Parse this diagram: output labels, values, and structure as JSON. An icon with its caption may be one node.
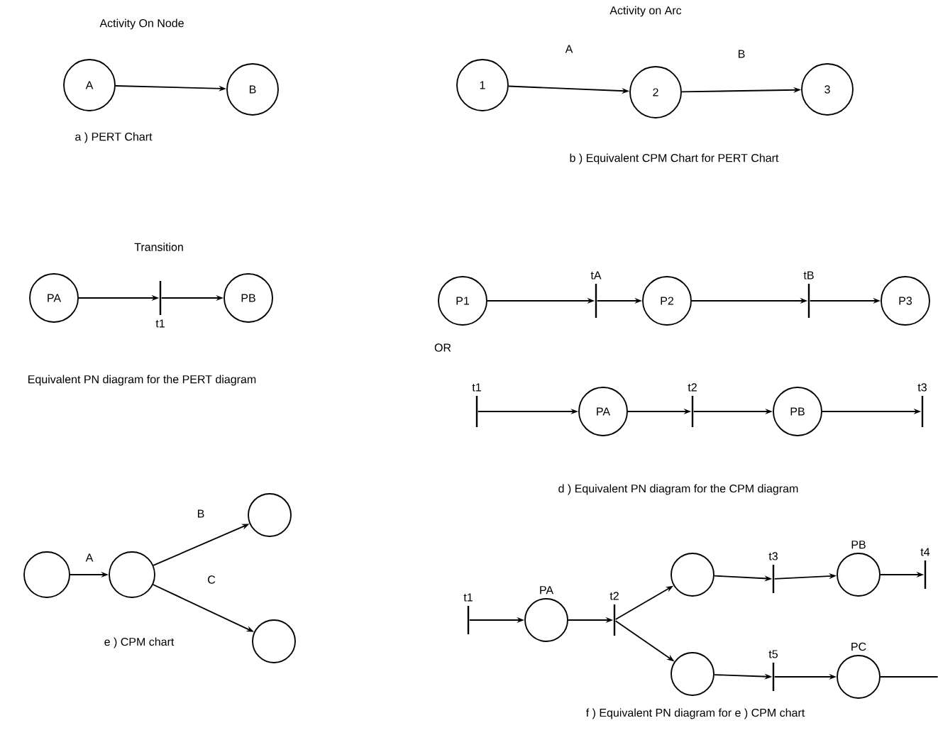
{
  "diagram": {
    "nodes": [
      {
        "text": [
          "A"
        ]
      },
      {
        "text": [
          "B"
        ]
      },
      {
        "text": [
          "1"
        ]
      },
      {
        "text": [
          "2"
        ]
      },
      {
        "text": [
          "3"
        ]
      },
      {
        "text": [
          "PA"
        ]
      },
      {
        "text": [],
        "shape": "bar",
        "beside": [
          "t1"
        ]
      },
      {
        "text": [
          "PB"
        ]
      },
      {
        "text": [
          "P1"
        ]
      },
      {
        "text": [],
        "shape": "bar",
        "beside": [
          "tA"
        ]
      },
      {
        "text": [
          "P2"
        ]
      },
      {
        "text": [],
        "shape": "bar",
        "beside": [
          "tB"
        ]
      },
      {
        "text": [
          "P3"
        ]
      },
      {
        "text": [],
        "shape": "bar",
        "beside": [
          "t1"
        ]
      },
      {
        "text": [
          "PA"
        ]
      },
      {
        "text": [],
        "shape": "bar",
        "beside": [
          "t2"
        ]
      },
      {
        "text": [
          "PB"
        ]
      },
      {
        "text": [],
        "shape": "bar",
        "beside": [
          "t3"
        ]
      },
      {
        "text": [],
        "shape": "circle"
      },
      {
        "text": [],
        "shape": "circle"
      },
      {
        "text": [],
        "shape": "circle"
      },
      {
        "text": [],
        "shape": "circle"
      },
      {
        "text": [],
        "shape": "bar",
        "beside": [
          "t1"
        ]
      },
      {
        "text": [
          "PA"
        ]
      },
      {
        "text": [],
        "shape": "bar",
        "beside": [
          "t2"
        ]
      },
      {
        "text": [],
        "shape": "circle"
      },
      {
        "text": [],
        "shape": "bar",
        "beside": [
          "t3"
        ]
      },
      {
        "text": [
          "PB"
        ]
      },
      {
        "text": [],
        "shape": "bar",
        "beside": [
          "t4"
        ]
      },
      {
        "text": [],
        "shape": "circle"
      },
      {
        "text": [],
        "shape": "bar",
        "beside": [
          "t5"
        ]
      },
      {
        "text": [
          "PC"
        ]
      }
    ],
    "edges": [
      {
        "from": 0,
        "to": 1,
        "arrow": "to"
      },
      {
        "from": 2,
        "to": 3,
        "arrow": "to",
        "label": "A"
      },
      {
        "from": 3,
        "to": 4,
        "arrow": "to",
        "label": "B"
      },
      {
        "from": 5,
        "to": 6,
        "arrow": "to"
      },
      {
        "from": 6,
        "to": 7,
        "arrow": "to"
      },
      {
        "from": 8,
        "to": 9,
        "arrow": "to"
      },
      {
        "from": 9,
        "to": 10,
        "arrow": "to"
      },
      {
        "from": 10,
        "to": 11,
        "arrow": "to"
      },
      {
        "from": 11,
        "to": 12,
        "arrow": "to"
      },
      {
        "from": 13,
        "to": 14,
        "arrow": "to"
      },
      {
        "from": 14,
        "to": 15,
        "arrow": "to"
      },
      {
        "from": 15,
        "to": 16,
        "arrow": "to"
      },
      {
        "from": 16,
        "to": 17,
        "arrow": "to"
      },
      {
        "from": 18,
        "to": 19,
        "arrow": "to",
        "label": "A"
      },
      {
        "from": 19,
        "to": 20,
        "arrow": "to",
        "label": "B"
      },
      {
        "from": 19,
        "to": 21,
        "arrow": "to",
        "label": "C"
      },
      {
        "from": 22,
        "to": 23,
        "arrow": "to"
      },
      {
        "from": 23,
        "to": 24,
        "arrow": "to"
      },
      {
        "from": 24,
        "to": 25,
        "arrow": "to"
      },
      {
        "from": 25,
        "to": 26,
        "arrow": "to"
      },
      {
        "from": 26,
        "to": 27,
        "arrow": "to"
      },
      {
        "from": 27,
        "to": 28,
        "arrow": "to"
      },
      {
        "from": 24,
        "to": 29,
        "arrow": "to"
      },
      {
        "from": 29,
        "to": 30,
        "arrow": "to"
      },
      {
        "from": 30,
        "to": 31,
        "arrow": "to"
      },
      {
        "from": 31,
        "to": null,
        "arrow": "none"
      }
    ],
    "labels": [
      "Activity On Node",
      "Activity on Arc",
      "a ) PERT Chart",
      "b ) Equivalent CPM Chart for PERT Chart",
      "Transition",
      "Equivalent PN diagram for the PERT diagram",
      "OR",
      "d ) Equivalent PN diagram for the CPM diagram",
      "e ) CPM chart",
      "f ) Equivalent PN diagram for e ) CPM chart"
    ]
  }
}
